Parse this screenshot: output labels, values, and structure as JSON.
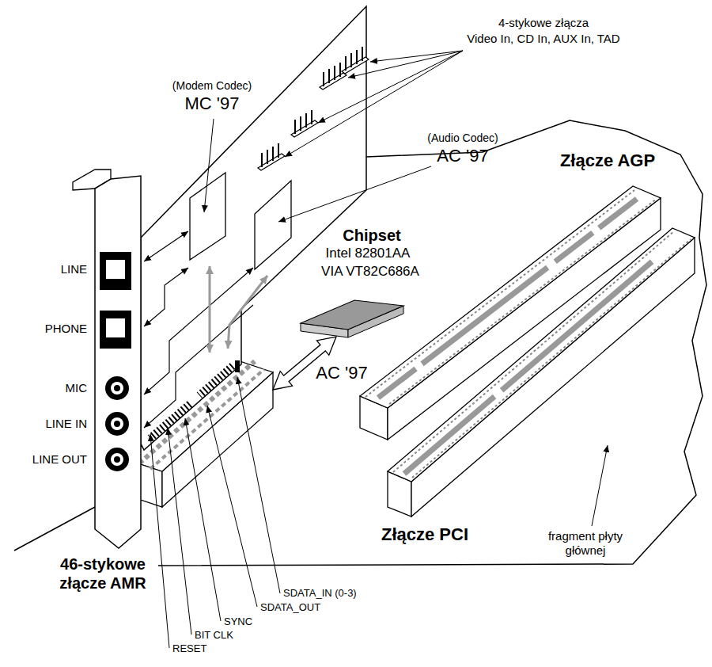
{
  "diagram": {
    "labels": [
      "4-stykowe złącza",
      "Video In, CD In, AUX In, TAD",
      "(Modem Codec)",
      "MC '97",
      "(Audio Codec)",
      "AC '97",
      "Złącze AGP",
      "Chipset",
      "Intel 82801AA",
      "VIA VT82C686A",
      "LINE",
      "PHONE",
      "MIC",
      "LINE IN",
      "LINE OUT",
      "AC '97",
      "Złącze PCI",
      "fragment płyty głównej",
      "46-stykowe złącze AMR",
      "SDATA_IN (0-3)",
      "SDATA_OUT",
      "SYNC",
      "BIT CLK",
      "RESET"
    ]
  }
}
